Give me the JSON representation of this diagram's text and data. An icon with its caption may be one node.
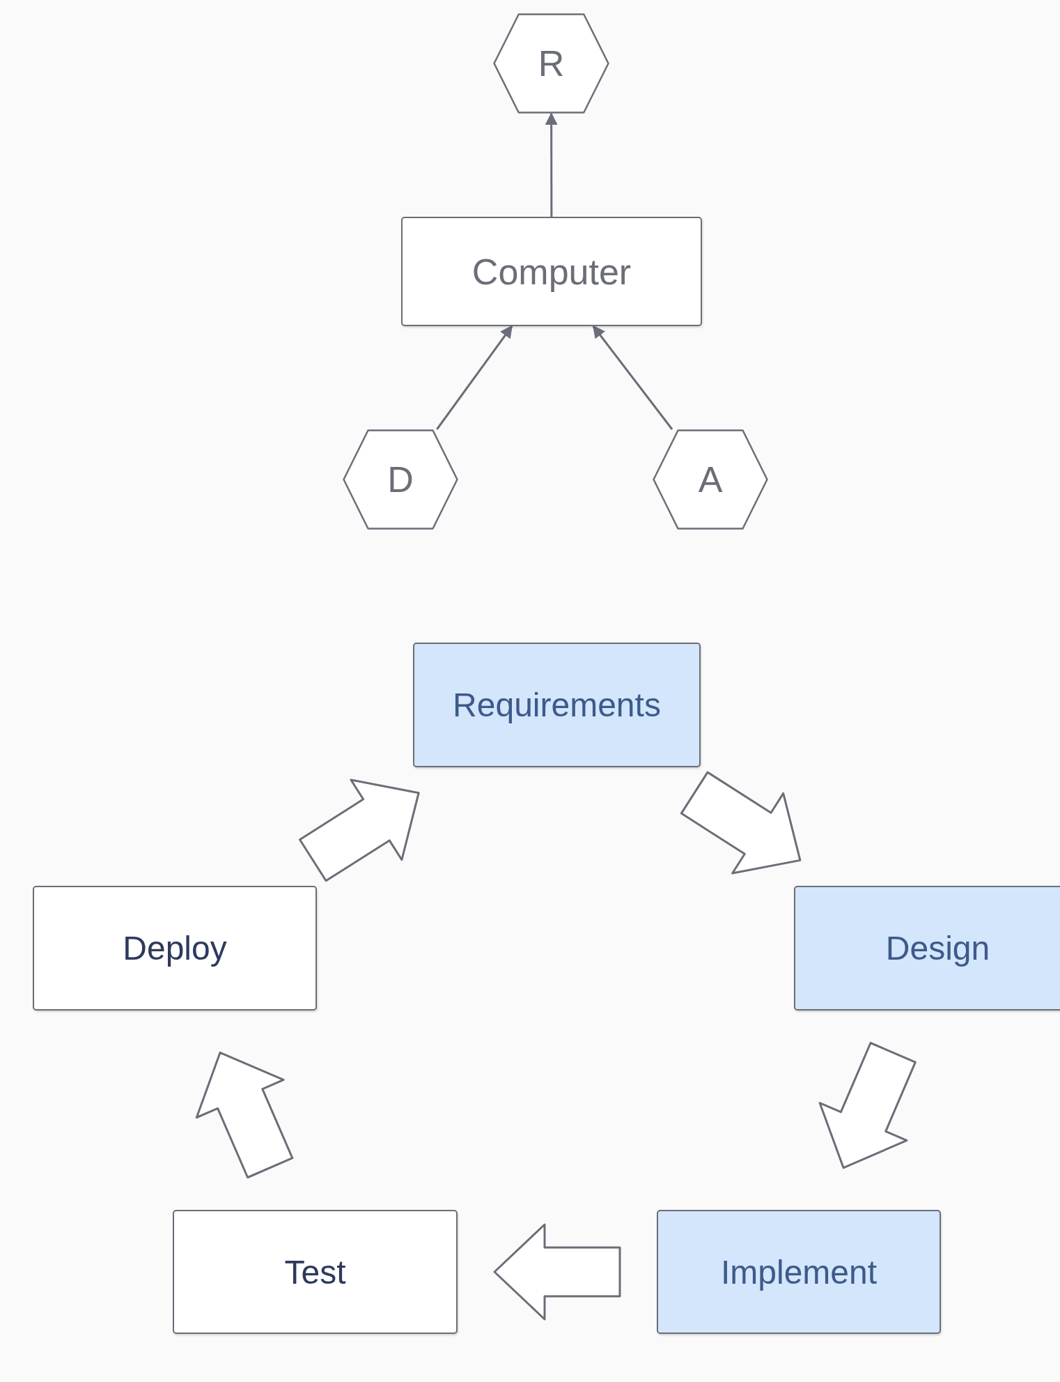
{
  "diagram": {
    "nodes": [
      {
        "text": [
          "R"
        ]
      },
      {
        "text": [
          "Computer"
        ]
      },
      {
        "text": [
          "D"
        ]
      },
      {
        "text": [
          "A"
        ]
      },
      {
        "text": [
          "Requirements"
        ]
      },
      {
        "text": [
          "Design"
        ]
      },
      {
        "text": [
          "Deploy"
        ]
      },
      {
        "text": [
          "Test"
        ]
      },
      {
        "text": [
          "Implement"
        ]
      }
    ],
    "edges": [
      {
        "from": 1,
        "to": 0,
        "arrow": "to"
      },
      {
        "from": 2,
        "to": 1,
        "arrow": "to"
      },
      {
        "from": 3,
        "to": 1,
        "arrow": "to"
      },
      {
        "from": 4,
        "to": 5,
        "arrow": "to",
        "style": "thick"
      },
      {
        "from": 5,
        "to": 8,
        "arrow": "to",
        "style": "thick"
      },
      {
        "from": 8,
        "to": 7,
        "arrow": "to",
        "style": "thick"
      },
      {
        "from": 7,
        "to": 6,
        "arrow": "to",
        "style": "thick"
      },
      {
        "from": 6,
        "to": 4,
        "arrow": "to",
        "style": "thick"
      }
    ]
  }
}
